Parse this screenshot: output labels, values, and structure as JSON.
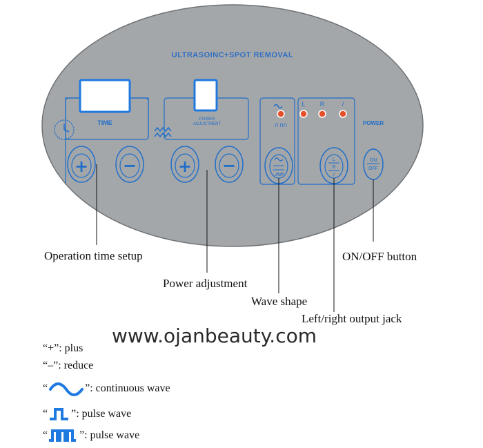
{
  "panel": {
    "title": "ULTRASOINC+SPOT REMOVAL",
    "time_label": "TIME",
    "power_adj_label_1": "POWER",
    "power_adj_label_2": "ADJUSTMENT",
    "wave_label": "Π ΠΠ",
    "jack_L": "L",
    "jack_R": "R",
    "jack_slash": "/",
    "power_label": "POWER",
    "plus": "+",
    "minus": "−",
    "onoff_on": "ON",
    "onoff_off": "OFF",
    "btn_L": "L",
    "btn_R": "R",
    "btn_slash": "/",
    "colors": {
      "panel": "#a4a7aa",
      "accent": "#1f7ae0",
      "led": "#e5502b"
    }
  },
  "annotations": {
    "time": "Operation time setup",
    "power": "Power adjustment",
    "onoff": "ON/OFF button",
    "wave": "Wave shape",
    "jack": "Left/right output jack"
  },
  "watermark": "www.ojanbeauty.com",
  "legend": {
    "plus": "“+”: plus",
    "reduce": "“–”: reduce",
    "continuous_q1": "“",
    "continuous_text": "”: continuous wave",
    "pulse1_q1": "“",
    "pulse1_text": "”: pulse wave",
    "pulse2_q1": "“",
    "pulse2_text": "”: pulse wave"
  }
}
